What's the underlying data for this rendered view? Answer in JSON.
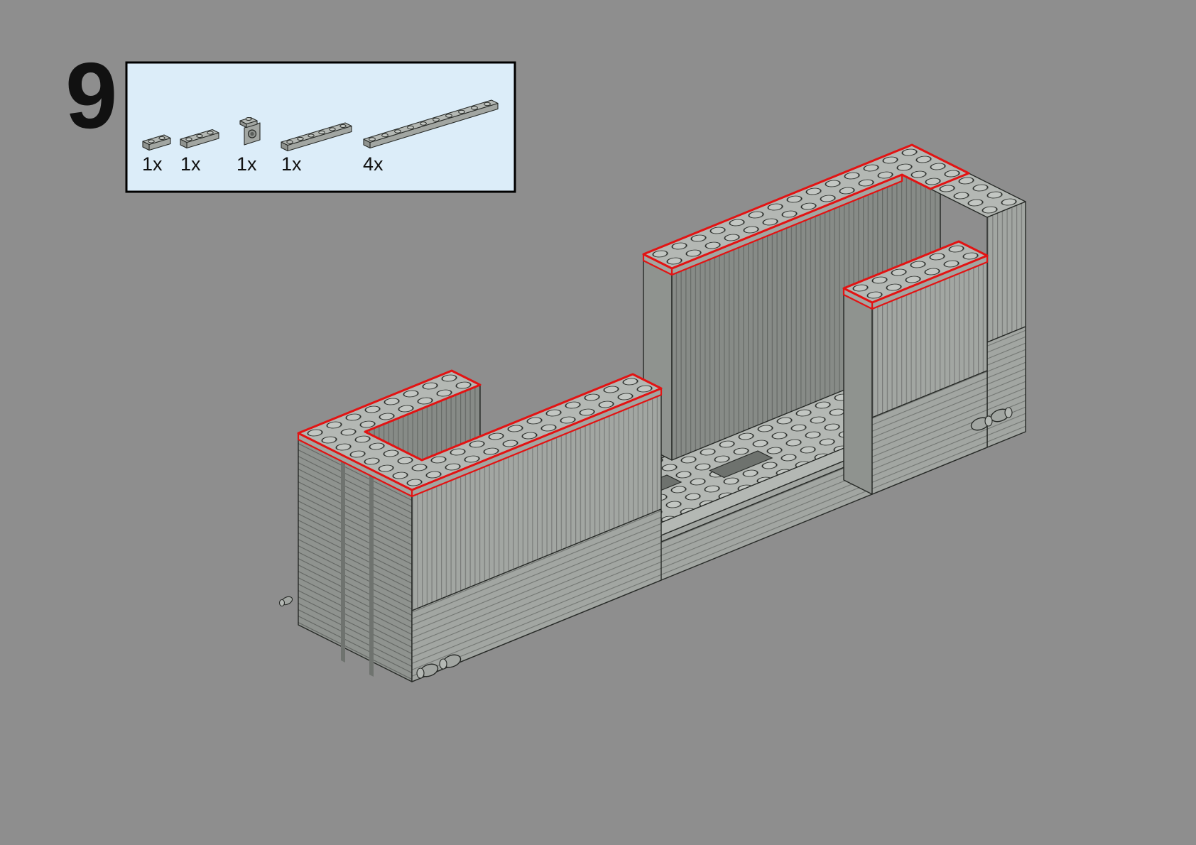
{
  "step": {
    "number": "9"
  },
  "parts_panel": {
    "parts": [
      {
        "name": "plate-1x2",
        "qty": "1x"
      },
      {
        "name": "plate-1x3",
        "qty": "1x"
      },
      {
        "name": "bracket-1x1",
        "qty": "1x"
      },
      {
        "name": "plate-1x6",
        "qty": "1x"
      },
      {
        "name": "plate-1x10",
        "qty": "4x"
      }
    ]
  },
  "colors": {
    "background": "#8e8e8e",
    "panel_bg": "#dcedf9",
    "panel_border": "#000000",
    "brick_top": "#b4b8b4",
    "brick_top_light": "#c3c7c3",
    "brick_side": "#a2a6a2",
    "brick_side_dark": "#8f938f",
    "brick_inner": "#878b87",
    "outline": "#262926",
    "highlight_red": "#e21313",
    "slot_dark": "#6e726e",
    "label": "#111111"
  }
}
